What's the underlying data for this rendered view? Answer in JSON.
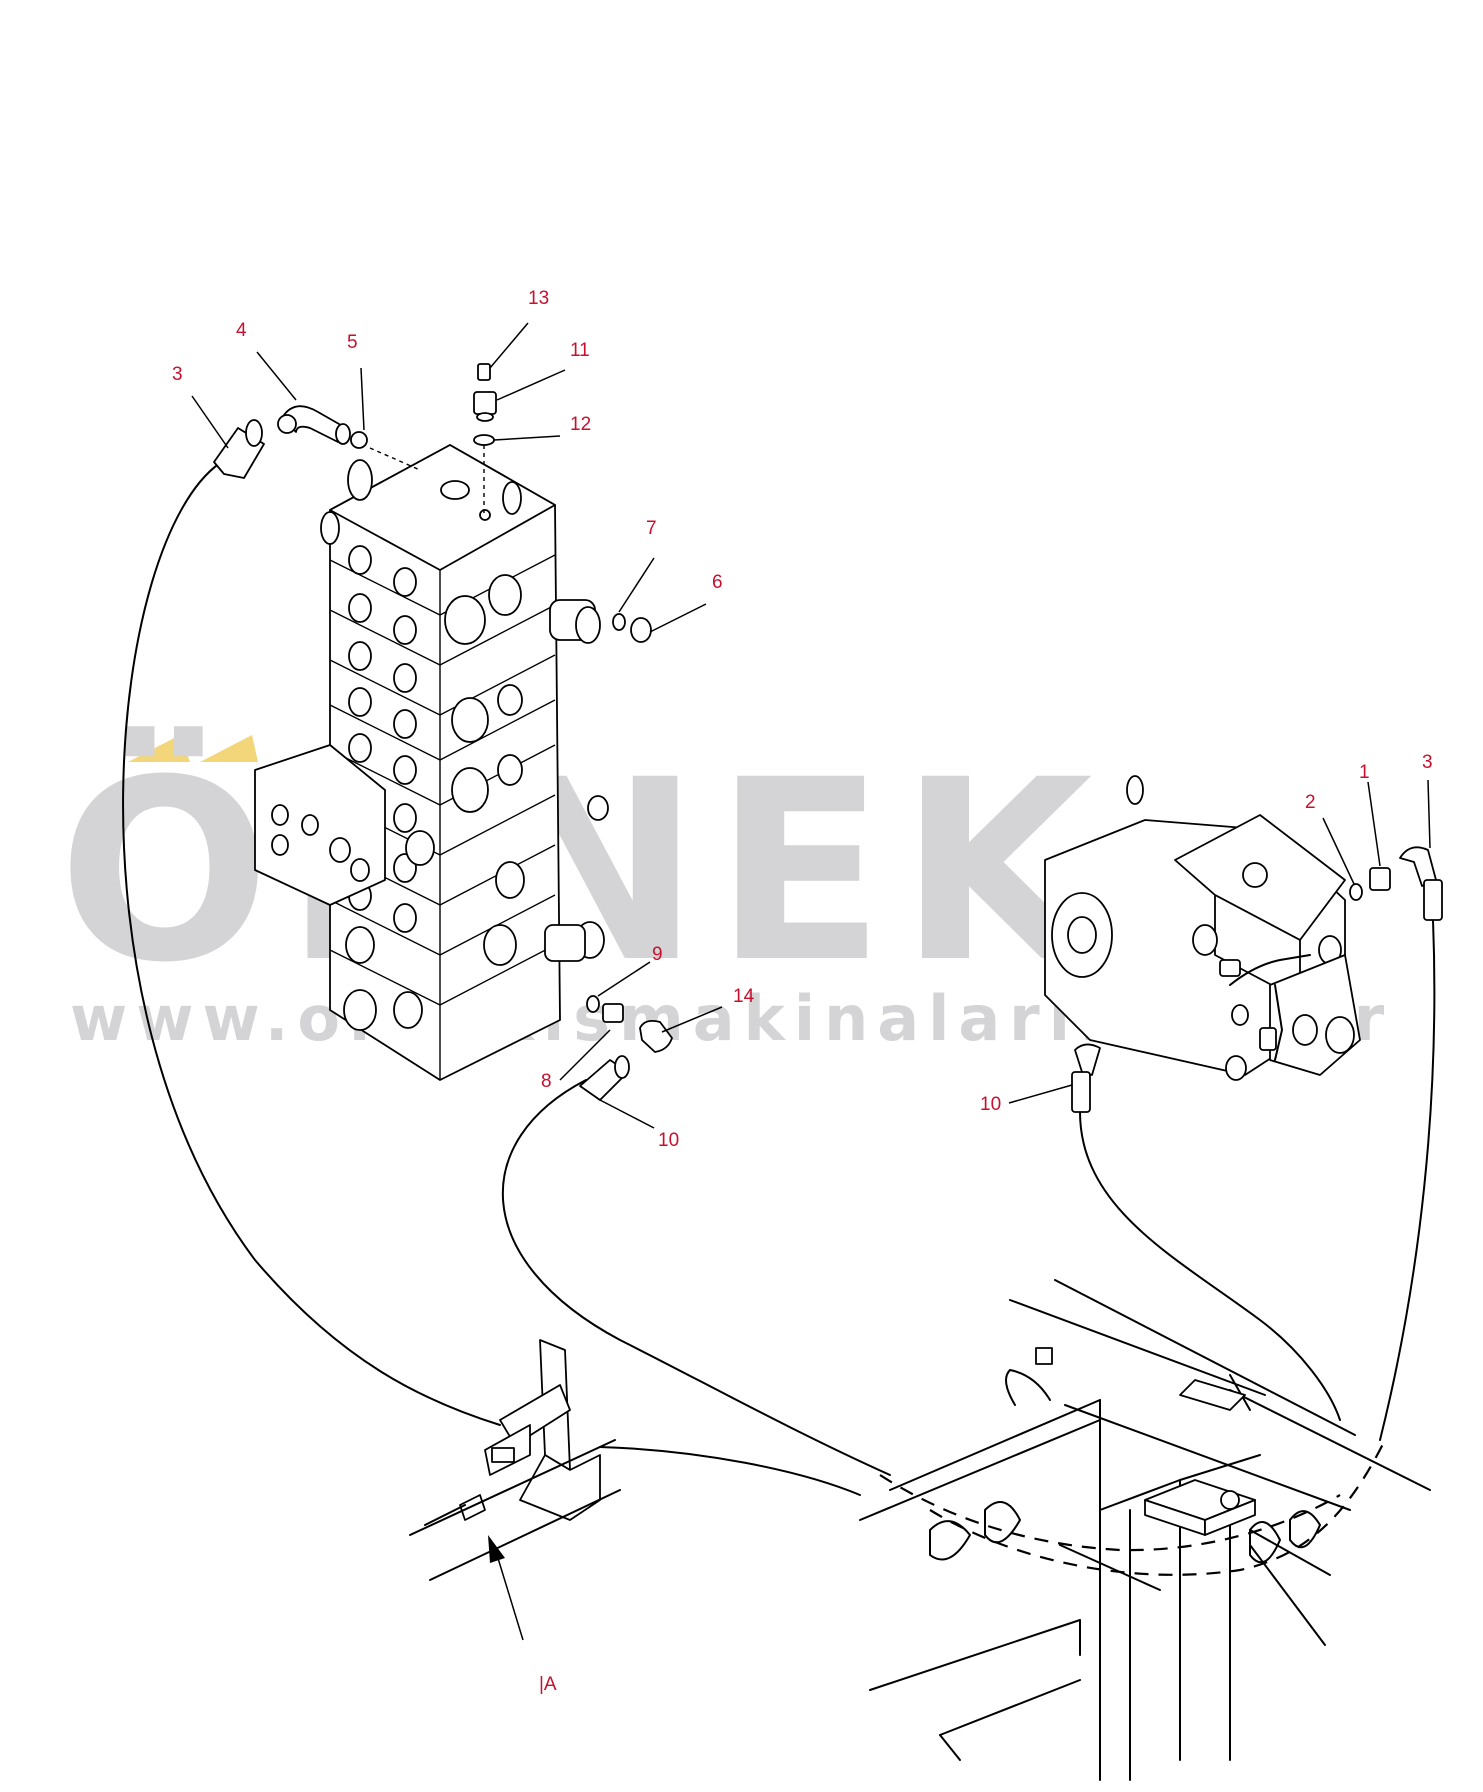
{
  "watermark": {
    "brand": "ÖRNEK",
    "url": "www.ornekismakinalari.com.tr"
  },
  "callouts": {
    "c1": "1",
    "c2": "2",
    "c3_left": "3",
    "c3_right": "3",
    "c4": "4",
    "c5": "5",
    "c6": "6",
    "c7": "7",
    "c8": "8",
    "c9": "9",
    "c10_center": "10",
    "c10_right": "10",
    "c11": "11",
    "c12": "12",
    "c13": "13",
    "c14": "14"
  },
  "view_marker": "|A",
  "colors": {
    "callout": "#c8102e",
    "line": "#000000",
    "watermark": "#d4d4d6",
    "watermark_accent": "#f3d67a"
  }
}
